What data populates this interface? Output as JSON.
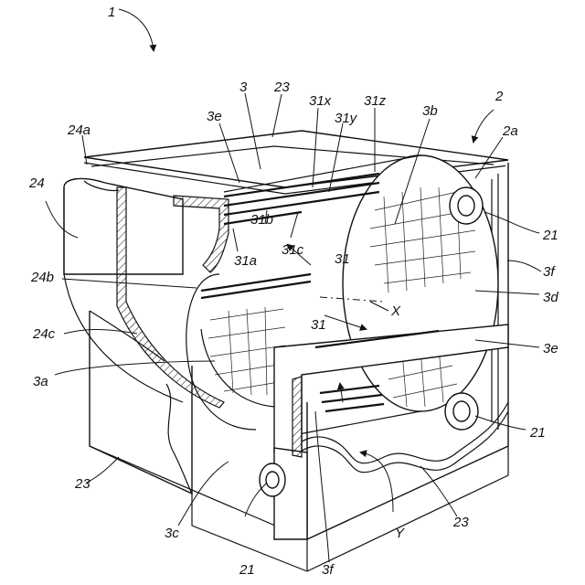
{
  "figure": {
    "labels": {
      "fig": "1",
      "n2": "2",
      "n2a": "2a",
      "n3": "3",
      "n3a": "3a",
      "n3b": "3b",
      "n3c": "3c",
      "n3d": "3d",
      "n3e_top": "3e",
      "n3e_right": "3e",
      "n3f_right": "3f",
      "n3f_bottom": "3f",
      "n21_right_top": "21",
      "n21_right_bottom": "21",
      "n21_bottom": "21",
      "n23_top": "23",
      "n23_left": "23",
      "n23_right": "23",
      "n24": "24",
      "n24a": "24a",
      "n24b": "24b",
      "n24c": "24c",
      "n31_mid": "31",
      "n31_low": "31",
      "n31a": "31a",
      "n31b": "31b",
      "n31c": "31c",
      "n31x": "31x",
      "n31y": "31y",
      "n31z": "31z",
      "axisX": "X",
      "axisY": "Y"
    }
  }
}
